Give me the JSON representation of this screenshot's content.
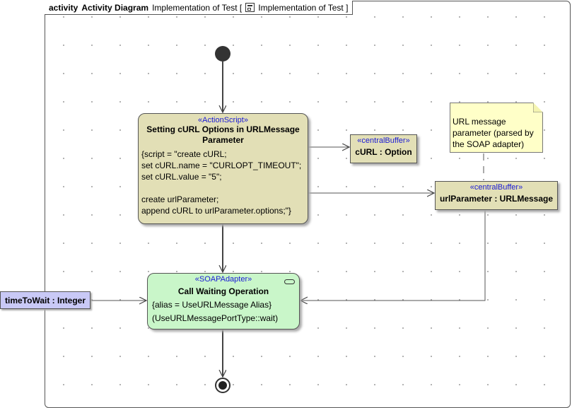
{
  "frame": {
    "keyword": "activity",
    "name": "Activity Diagram",
    "context": "Implementation of Test [",
    "context_ref": "Implementation of Test ]"
  },
  "action_script": {
    "stereotype": "«ActionScript»",
    "title": "Setting cURL Options in URLMessage Parameter",
    "body": [
      "{script = \"create cURL;",
      "set cURL.name = \"CURLOPT_TIMEOUT\";",
      "set cURL.value = \"5\";",
      "",
      "create urlParameter;",
      "append cURL to urlParameter.options;\"}"
    ]
  },
  "curl_buffer": {
    "stereotype": "«centralBuffer»",
    "label": "cURL : Option"
  },
  "url_buffer": {
    "stereotype": "«centralBuffer»",
    "label": "urlParameter : URLMessage"
  },
  "note": {
    "lines": [
      "URL message",
      "parameter (parsed by",
      "the SOAP adapter)"
    ]
  },
  "call_operation": {
    "stereotype": "«SOAPAdapter»",
    "title": "Call Waiting Operation",
    "body": [
      "{alias = UseURLMessage Alias}",
      "(UseURLMessagePortType::wait)"
    ]
  },
  "param_time": {
    "label": "timeToWait : Integer"
  },
  "colors": {
    "action_fill": "#e2dfb6",
    "soap_fill": "#c9f6c9",
    "param_fill": "#c9c9f6",
    "note_fill": "#ffffc8",
    "stereotype": "#1a1ad6"
  }
}
